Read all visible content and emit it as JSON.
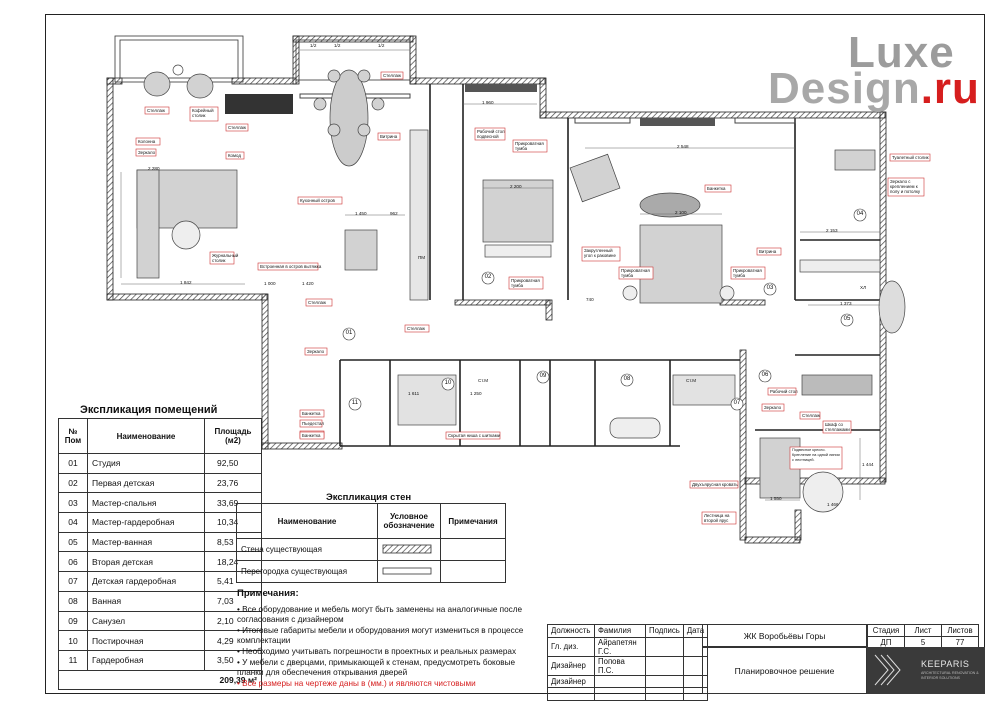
{
  "logo": {
    "line1": "Luxe",
    "line2": "Design",
    "line2_suffix": ".ru",
    "accent": "#d61e1e"
  },
  "plan_labels": {
    "dims": [
      "1 960",
      "2 548",
      "2 200",
      "2 100",
      "2 153",
      "1 373",
      "1 000",
      "1 420",
      "1 842",
      "2 160",
      "1 450",
      "1 611",
      "1 444",
      "1 466",
      "1 550",
      "2 010",
      "962",
      "1 490",
      "740",
      "700",
      "1 250",
      "2 280",
      "1/2",
      "1/2",
      "1/2"
    ],
    "callouts": [
      "Стеллаж",
      "Стеллаж",
      "Комод",
      "Зеркало",
      "Колонна",
      "Кофейный столик",
      "Стеллаж",
      "Комод",
      "Журнальный столик",
      "Встроенная в остров вытяжка",
      "Кухонный остров",
      "Витрина",
      "Стеллаж",
      "Рабочий стол подвесной",
      "Прикроватная тумба",
      "Прикроватная тумба",
      "Прикроватная тумба",
      "Прикроватная тумба",
      "Банкетка",
      "Закругленный угол к раковине",
      "Туалетный столик",
      "Зеркало с креплением к полу и потолку",
      "Витрина",
      "Стеллаж",
      "Зеркало",
      "Стеллаж",
      "Стеллаж",
      "Банкетка",
      "Пьедестал",
      "Банкетка",
      "Скрытая ниша с шитками",
      "Рабочий стол",
      "Зеркало",
      "Шкаф со стеллажами",
      "Подвесное кресло. Крепление на одной линии с лестницей.",
      "Двухъярусная кровать",
      "Лестница на второй ярус",
      "Стеллаж"
    ],
    "room_numbers": [
      "01",
      "02",
      "03",
      "04",
      "05",
      "06",
      "07",
      "08",
      "09",
      "10",
      "11"
    ],
    "other": [
      "ПМ",
      "Ст.М",
      "Ст.М",
      "ХЛ"
    ]
  },
  "rooms_table": {
    "title": "Экспликация помещений",
    "headers": [
      "№ Пом",
      "Наименование",
      "Площадь (м2)"
    ],
    "rows": [
      {
        "n": "01",
        "name": "Студия",
        "area": "92,50"
      },
      {
        "n": "02",
        "name": "Первая детская",
        "area": "23,76"
      },
      {
        "n": "03",
        "name": "Мастер-спальня",
        "area": "33,69"
      },
      {
        "n": "04",
        "name": "Мастер-гардеробная",
        "area": "10,34"
      },
      {
        "n": "05",
        "name": "Мастер-ванная",
        "area": "8,53"
      },
      {
        "n": "06",
        "name": "Вторая детская",
        "area": "18,24"
      },
      {
        "n": "07",
        "name": "Детская гардеробная",
        "area": "5,41"
      },
      {
        "n": "08",
        "name": "Ванная",
        "area": "7,03"
      },
      {
        "n": "09",
        "name": "Санузел",
        "area": "2,10"
      },
      {
        "n": "10",
        "name": "Постирочная",
        "area": "4,29"
      },
      {
        "n": "11",
        "name": "Гардеробная",
        "area": "3,50"
      }
    ],
    "total": "209,39 м²"
  },
  "walls_table": {
    "title": "Экспликация стен",
    "headers": [
      "Наименование",
      "Условное обозначение",
      "Примечания"
    ],
    "rows": [
      {
        "name": "Стена существующая",
        "note": ""
      },
      {
        "name": "Перегородка существующая",
        "note": ""
      }
    ]
  },
  "notes": {
    "title": "Примечания:",
    "items": [
      "• Все оборудование и мебель могут быть заменены на аналогичные после согласования с дизайнером",
      "• Итоговые габариты мебели и оборудования могут измениться в процессе комплектации",
      "• Необходимо учитывать погрешности в проектных и реальных размерах",
      "• У мебели с дверцами, примыкающей к стенам, предусмотреть боковые планки для обеспечения открывания дверей"
    ],
    "red_item": "• Все размеры на чертеже даны в (мм.) и являются чистовыми"
  },
  "stamp": {
    "headers": [
      "Должность",
      "Фамилия",
      "Подпись",
      "Дата"
    ],
    "rows": [
      {
        "role": "Гл. диз.",
        "name": "Айрапетян Г.С."
      },
      {
        "role": "Дизайнер",
        "name": "Попова П.С."
      },
      {
        "role": "Дизайнер",
        "name": ""
      }
    ],
    "project": "ЖК Воробьёвы Горы",
    "sheet_title": "Планировочное решение",
    "stage_headers": [
      "Стадия",
      "Лист",
      "Листов"
    ],
    "stage_values": [
      "ДП",
      "5",
      "77"
    ]
  },
  "brand": {
    "name": "KEEPARIS",
    "tagline": "ARCHITECTURAL RENOVATION & INTERIOR SOLUTIONS"
  }
}
